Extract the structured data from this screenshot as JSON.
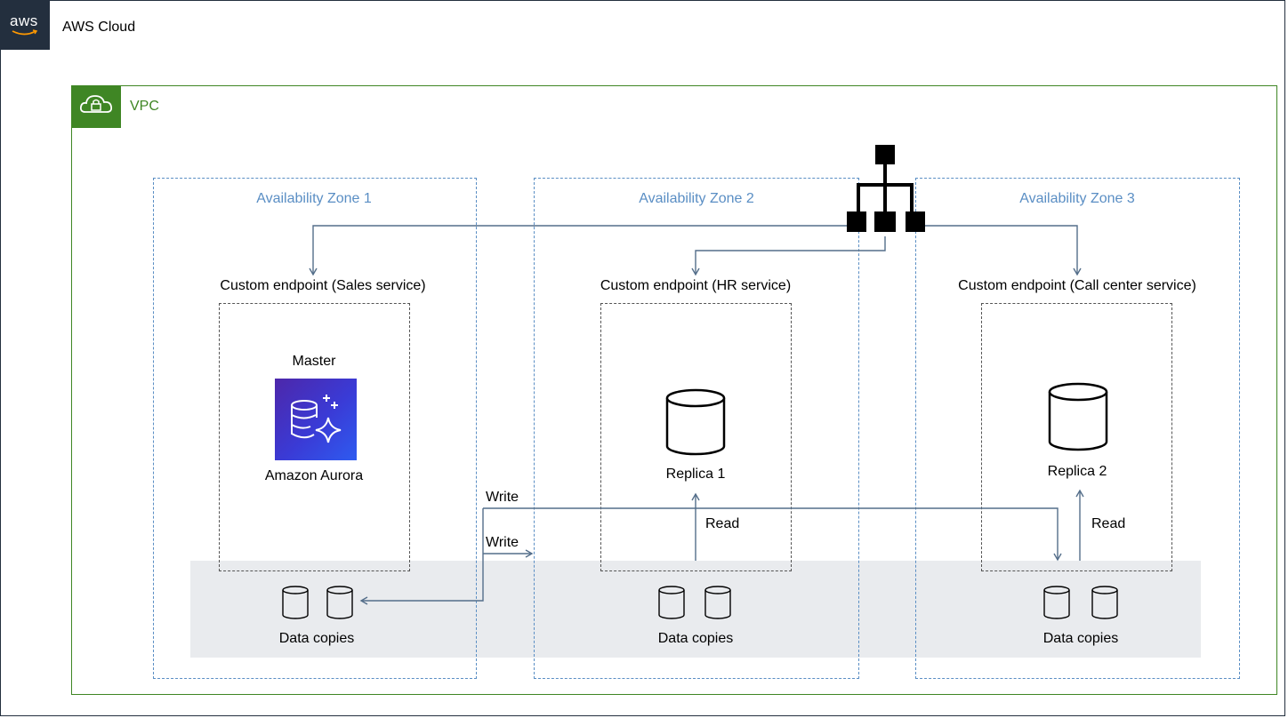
{
  "aws": {
    "badge": "aws",
    "title": "AWS Cloud"
  },
  "vpc": {
    "title": "VPC"
  },
  "zones": [
    {
      "title": "Availability Zone 1",
      "endpoint": "Custom endpoint (Sales service)",
      "copies_label": "Data copies"
    },
    {
      "title": "Availability Zone 2",
      "endpoint": "Custom endpoint (HR service)",
      "copies_label": "Data copies"
    },
    {
      "title": "Availability Zone 3",
      "endpoint": "Custom endpoint (Call center service)",
      "copies_label": "Data copies"
    }
  ],
  "master": {
    "role": "Master",
    "service": "Amazon Aurora"
  },
  "replicas": [
    {
      "label": "Replica 1"
    },
    {
      "label": "Replica 2"
    }
  ],
  "flows": {
    "write1": "Write",
    "write2": "Write",
    "read1": "Read",
    "read2": "Read"
  },
  "icons": {
    "aws_logo": "aws-logo-icon",
    "vpc": "cloud-lock-icon",
    "load_balancer": "hierarchy-icon",
    "aurora": "aurora-database-icon",
    "replica": "database-cylinder-icon",
    "data_copy": "storage-cylinder-icon"
  },
  "colors": {
    "aws_dark": "#232f3e",
    "vpc_green": "#3f8624",
    "az_blue": "#5a8ec4",
    "arrow": "#546e8a",
    "band": "#e9ebee",
    "aurora_purple": "#4d27aa"
  }
}
